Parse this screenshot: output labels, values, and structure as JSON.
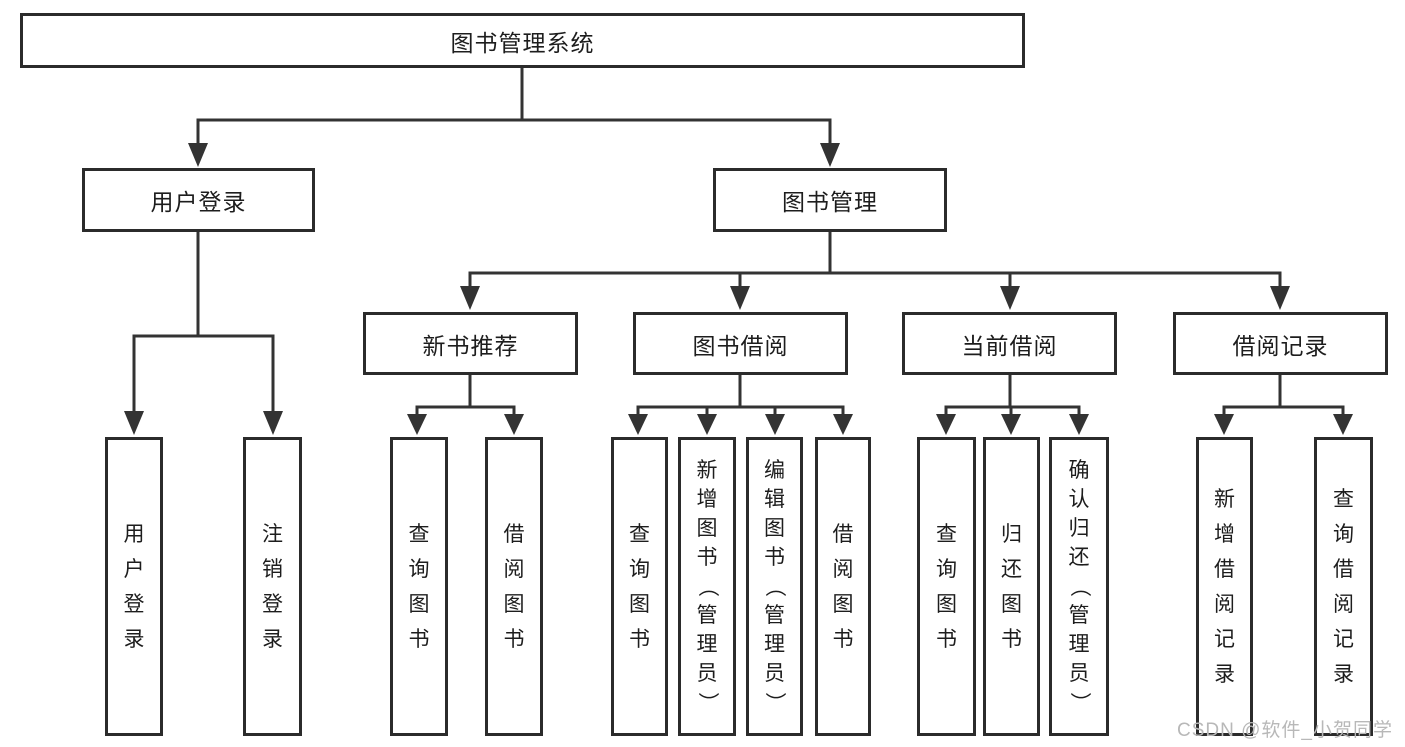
{
  "diagram": {
    "root": {
      "label": "图书管理系统"
    },
    "branches": [
      {
        "label": "用户登录",
        "children": [
          {
            "label": "用户登录"
          },
          {
            "label": "注销登录"
          }
        ]
      },
      {
        "label": "图书管理",
        "children": [
          {
            "label": "新书推荐",
            "children": [
              {
                "label": "查询图书"
              },
              {
                "label": "借阅图书"
              }
            ]
          },
          {
            "label": "图书借阅",
            "children": [
              {
                "label": "查询图书"
              },
              {
                "label": "新增图书（管理员）"
              },
              {
                "label": "编辑图书（管理员）"
              },
              {
                "label": "借阅图书"
              }
            ]
          },
          {
            "label": "当前借阅",
            "children": [
              {
                "label": "查询图书"
              },
              {
                "label": "归还图书"
              },
              {
                "label": "确认归还（管理员）"
              }
            ]
          },
          {
            "label": "借阅记录",
            "children": [
              {
                "label": "新增借阅记录"
              },
              {
                "label": "查询借阅记录"
              }
            ]
          }
        ]
      }
    ]
  },
  "watermark": {
    "text": "CSDN @软件_小贺同学"
  },
  "colors": {
    "line": "#333333",
    "border": "#2b2b2b",
    "text": "#1d1d1d",
    "watermark": "#b8b8b8",
    "background": "#ffffff"
  }
}
